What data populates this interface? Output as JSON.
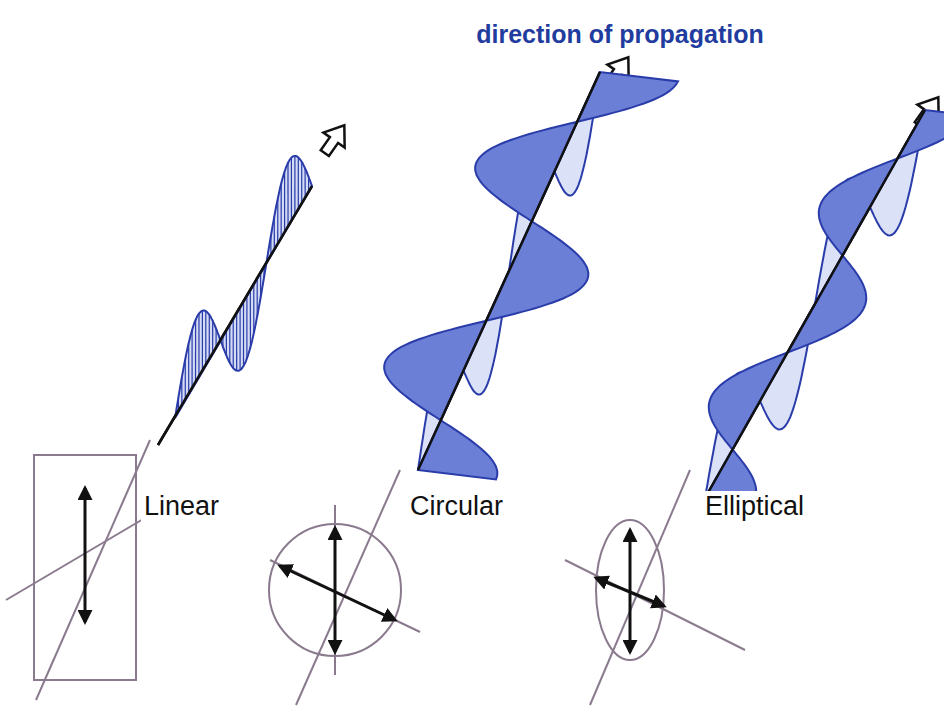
{
  "diagram": {
    "labels": [
      "direction of propagation",
      "Linear",
      "Circular",
      "Elliptical"
    ]
  }
}
